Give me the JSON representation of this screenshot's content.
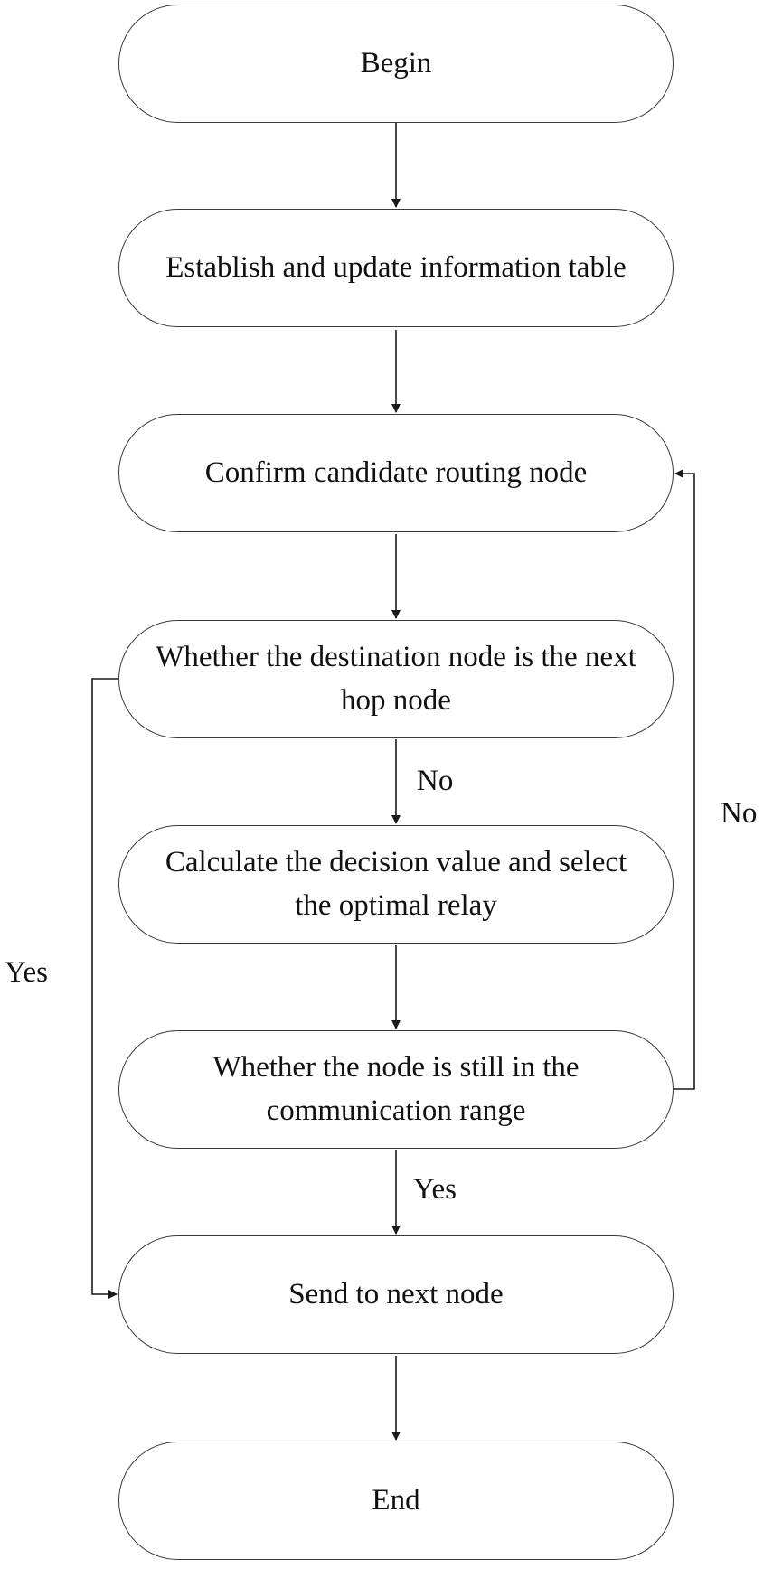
{
  "nodes": {
    "begin": "Begin",
    "establish": "Establish and update information table",
    "confirm": "Confirm candidate routing node",
    "whether_destination": "Whether the destination node is the next hop node",
    "calculate": "Calculate the decision value and select the optimal relay",
    "whether_range": "Whether the node is still in the communication range",
    "send": "Send to next node",
    "end": "End"
  },
  "edge_labels": {
    "no_after_destination": "No",
    "no_loop_back": "No",
    "yes_direct_send": "Yes",
    "yes_after_range": "Yes"
  },
  "colors": {
    "line": "#1a1a1a",
    "box_border": "#3a3a3a",
    "text": "#111111",
    "background": "#ffffff"
  }
}
